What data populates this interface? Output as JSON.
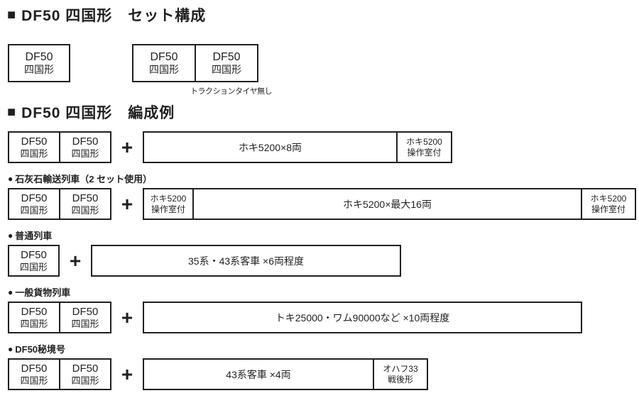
{
  "colors": {
    "ink": "#231f20",
    "background": "#ffffff"
  },
  "set_section": {
    "marker": "■",
    "title": "DF50 四国形　セット構成",
    "single_set": {
      "line1": "DF50",
      "line2": "四国形"
    },
    "twin_set": {
      "cells": [
        {
          "line1": "DF50",
          "line2": "四国形"
        },
        {
          "line1": "DF50",
          "line2": "四国形"
        }
      ],
      "note": "トラクションタイヤ無し"
    }
  },
  "consist_section": {
    "marker": "■",
    "title": "DF50 四国形　編成例",
    "plus_sign": "+",
    "rows": [
      {
        "locos": [
          {
            "line1": "DF50",
            "line2": "四国形"
          },
          {
            "line1": "DF50",
            "line2": "四国形"
          }
        ],
        "cars": [
          {
            "type": "wide",
            "text": "ホキ5200×8両"
          },
          {
            "type": "narrow",
            "line1": "ホキ5200",
            "line2": "操作室付"
          }
        ]
      },
      {
        "bullet": "●",
        "heading": "石灰石輸送列車（2 セット使用）",
        "locos": [
          {
            "line1": "DF50",
            "line2": "四国形"
          },
          {
            "line1": "DF50",
            "line2": "四国形"
          }
        ],
        "cars": [
          {
            "type": "narrow",
            "line1": "ホキ5200",
            "line2": "操作室付"
          },
          {
            "type": "wide",
            "text": "ホキ5200×最大16両"
          },
          {
            "type": "narrow",
            "line1": "ホキ5200",
            "line2": "操作室付"
          }
        ]
      },
      {
        "bullet": "●",
        "heading": "普通列車",
        "locos": [
          {
            "line1": "DF50",
            "line2": "四国形"
          }
        ],
        "cars": [
          {
            "type": "wide",
            "text": "35系・43系客車 ×6両程度"
          }
        ]
      },
      {
        "bullet": "●",
        "heading": "一般貨物列車",
        "locos": [
          {
            "line1": "DF50",
            "line2": "四国形"
          },
          {
            "line1": "DF50",
            "line2": "四国形"
          }
        ],
        "cars": [
          {
            "type": "wide",
            "text": "トキ25000・ワム90000など ×10両程度"
          }
        ]
      },
      {
        "bullet": "●",
        "heading": "DF50秘境号",
        "locos": [
          {
            "line1": "DF50",
            "line2": "四国形"
          },
          {
            "line1": "DF50",
            "line2": "四国形"
          }
        ],
        "cars": [
          {
            "type": "wide",
            "text": "43系客車 ×4両"
          },
          {
            "type": "narrow",
            "line1": "オハフ33",
            "line2": "戦後形"
          }
        ]
      }
    ]
  }
}
